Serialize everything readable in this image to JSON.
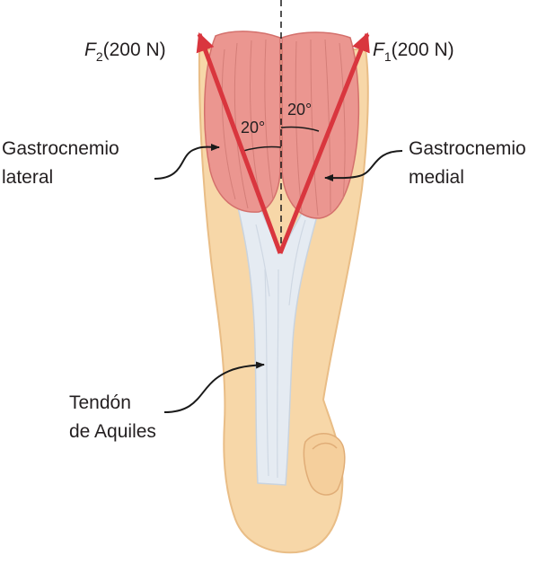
{
  "forces": {
    "f2": {
      "symbol": "F",
      "subscript": "2",
      "magnitude": "(200 N)"
    },
    "f1": {
      "symbol": "F",
      "subscript": "1",
      "magnitude": "(200 N)"
    }
  },
  "angles": {
    "left": "20°",
    "right": "20°"
  },
  "labels": {
    "gastroc_lateral": [
      "Gastrocnemio",
      "lateral"
    ],
    "gastroc_medial": [
      "Gastrocnemio",
      "medial"
    ],
    "achilles": [
      "Tendón",
      "de Aquiles"
    ]
  },
  "colors": {
    "skin": "#f7d7a8",
    "skin_edge": "#e9bd86",
    "muscle": "#eb9690",
    "muscle_dark": "#d4706c",
    "tendon": "#e5ebf2",
    "force_arrow": "#d9363e",
    "leader_line": "#1a1a1a"
  },
  "icons": {
    "arrow": "force-arrow-icon",
    "pointer": "leader-arrow-icon"
  }
}
